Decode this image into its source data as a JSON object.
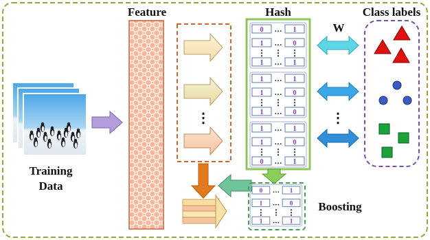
{
  "labels": {
    "feature": "Feature",
    "hash": "Hash",
    "class_labels": "Class labels",
    "w": "W",
    "training_line1": "Training",
    "training_line2": "Data",
    "boosting": "Boosting",
    "ellipsis": "…",
    "vdots": "⋮"
  },
  "hash_groups": [
    [
      [
        "0",
        "1"
      ],
      [
        "1",
        "0"
      ],
      [
        "1",
        "1"
      ]
    ],
    [
      [
        "1",
        "1"
      ],
      [
        "1",
        "0"
      ],
      [
        "1",
        "0"
      ]
    ],
    [
      [
        "1",
        "1"
      ],
      [
        "1",
        "0"
      ],
      [
        "0",
        "1"
      ]
    ]
  ],
  "boost_rows": [
    [
      "0",
      "1"
    ],
    [
      "1",
      "0"
    ],
    [
      "1",
      "1"
    ]
  ],
  "colors": {
    "outer_border": "#9aa340",
    "feature_fill": "#f4b59a",
    "feature_border": "#c9603e",
    "feature_box_border": "#c96a30",
    "hash_border": "#8fc65a",
    "boost_border": "#41a35a",
    "class_border": "#7b4fa6",
    "bit_text": "#7b3bb5",
    "bit_border": "#5b78b4",
    "arrow_orange": "#e07a1c",
    "arrow_green_light": "#8bcf5a",
    "arrow_green": "#6fc49a",
    "arrow_purple": "#b39ddb",
    "arrow_cyan": "#5ed6e6",
    "arrow_blue": "#2f8fd8",
    "triangle": "#e01010",
    "circle": "#3a5bc0",
    "square": "#1aa33a"
  }
}
